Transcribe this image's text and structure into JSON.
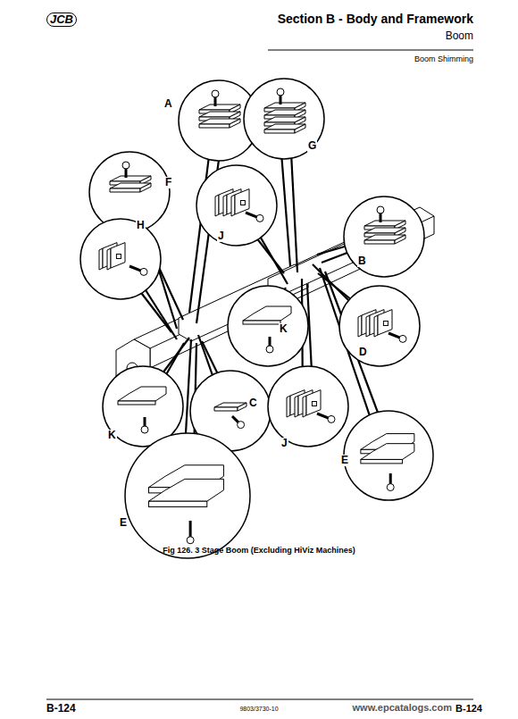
{
  "diagram": {
    "title": "Section B - Body and Framework",
    "caption": "Fig 126. 3 Stage Boom (Excluding HiViz Machines)",
    "labels": [
      "JCB",
      "Boom",
      "Boom Shimming",
      "A",
      "G",
      "F",
      "J",
      "H",
      "B",
      "K",
      "D",
      "K",
      "C",
      "J",
      "E",
      "E",
      "B-124",
      "9803/3730-10",
      "www.epcatalogs.com",
      "B-124"
    ]
  }
}
